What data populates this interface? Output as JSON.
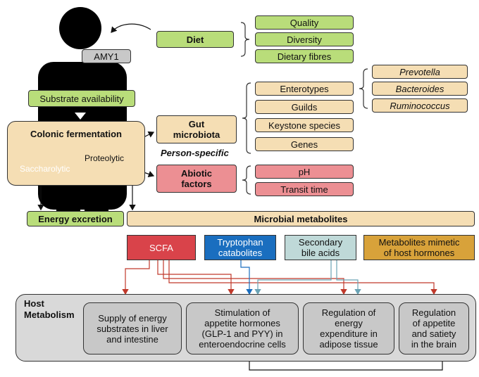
{
  "person": {
    "label": "AMY1"
  },
  "diet": {
    "title": "Diet",
    "items": [
      "Quality",
      "Diversity",
      "Dietary fibres"
    ]
  },
  "substrate": "Substrate availability",
  "colonic": {
    "title": "Colonic fermentation",
    "proteolytic": "Proteolytic",
    "saccharolytic": "Saccharolytic"
  },
  "gut": {
    "title_line1": "Gut",
    "title_line2": "microbiota",
    "items": [
      "Enterotypes",
      "Guilds",
      "Keystone species",
      "Genes"
    ],
    "enterotypes": [
      "Prevotella",
      "Bacteroides",
      "Ruminococcus"
    ],
    "person_specific": "Person-specific"
  },
  "abiotic": {
    "title_line1": "Abiotic",
    "title_line2": "factors",
    "items": [
      "pH",
      "Transit time"
    ]
  },
  "energy_excretion": "Energy excretion",
  "metabolites": {
    "title": "Microbial metabolites",
    "scfa": "SCFA",
    "tryptophan_l1": "Tryptophan",
    "tryptophan_l2": "catabolites",
    "bile_l1": "Secondary",
    "bile_l2": "bile acids",
    "mimetic_l1": "Metabolites mimetic",
    "mimetic_l2": "of host hormones"
  },
  "host": {
    "title_l1": "Host",
    "title_l2": "Metabolism",
    "effects": [
      [
        "Supply of energy",
        "substrates in liver",
        "and intestine"
      ],
      [
        "Stimulation of",
        "appetite hormones",
        "(GLP-1 and PYY) in",
        "enteroendocrine cells"
      ],
      [
        "Regulation of",
        "energy",
        "expenditure in",
        "adipose tissue"
      ],
      [
        "Regulation",
        "of appetite",
        "and satiety",
        "in the brain"
      ]
    ]
  },
  "colors": {
    "scfa_arrow": "#c0392b",
    "tryptophan_arrow": "#1a6ebf",
    "bile_arrow": "#6aa3b5"
  }
}
